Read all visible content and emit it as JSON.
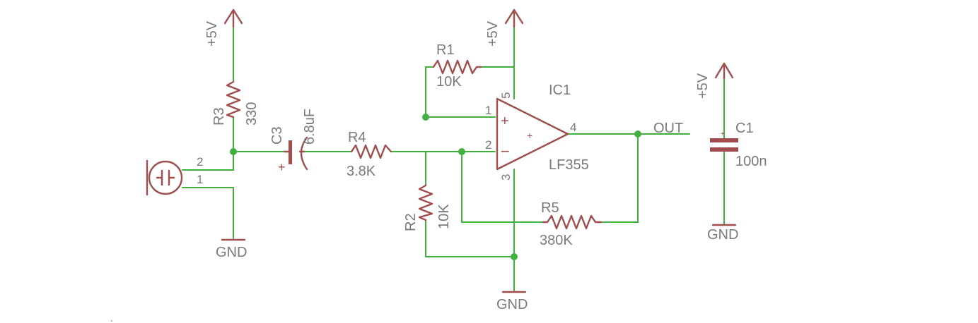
{
  "labels": {
    "vcc": "+5V",
    "gnd": "GND",
    "r1_name": "R1",
    "r1_value": "10K",
    "r2_name": "R2",
    "r2_value": "10K",
    "r3_name": "R3",
    "r3_value": "330",
    "r4_name": "R4",
    "r4_value": "3.8K",
    "r5_name": "R5",
    "r5_value": "380K",
    "c1_name": "C1",
    "c1_value": "100n",
    "c3_name": "C3",
    "c3_value": "6.8uF",
    "ic_name": "IC1",
    "ic_part": "LF355",
    "out": "OUT"
  },
  "pins": {
    "mic_2": "2",
    "mic_1": "1",
    "ic_1": "1",
    "ic_2": "2",
    "ic_3": "3",
    "ic_4": "4",
    "ic_5": "5",
    "plus": "+",
    "minus": "−",
    "mid_plus": "+",
    "cap_plus": "+",
    "c1_plus": "+"
  },
  "colors": {
    "wire": "#3fb13f",
    "symbol": "#a04d4d",
    "text": "#7a7a7a"
  }
}
